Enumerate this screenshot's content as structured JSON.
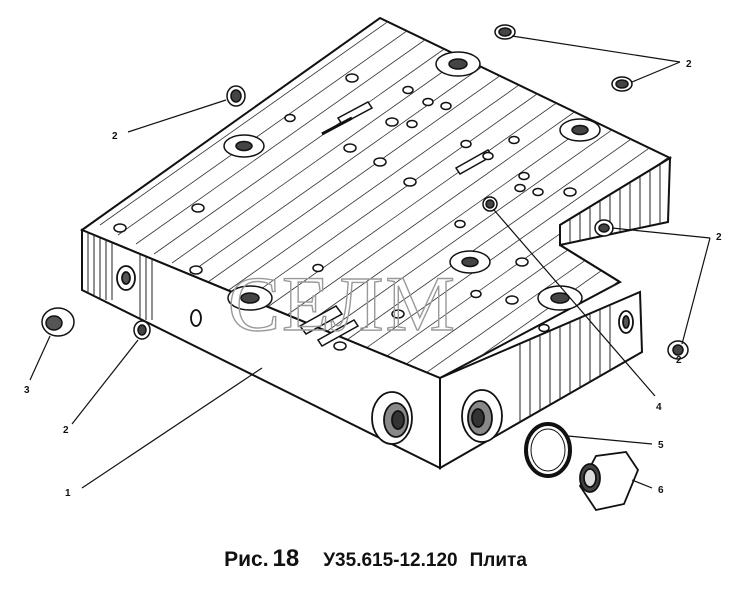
{
  "watermark": "СЕЛМ",
  "caption": {
    "figure_label": "Рис.",
    "figure_number": "18",
    "part_code": "У35.615-12.120",
    "part_name": "Плита"
  },
  "callouts": {
    "c1": "1",
    "c2a": "2",
    "c2b": "2",
    "c2c": "2",
    "c2d": "2",
    "c2e": "2",
    "c3": "3",
    "c4": "4",
    "c5": "5",
    "c6": "6"
  }
}
